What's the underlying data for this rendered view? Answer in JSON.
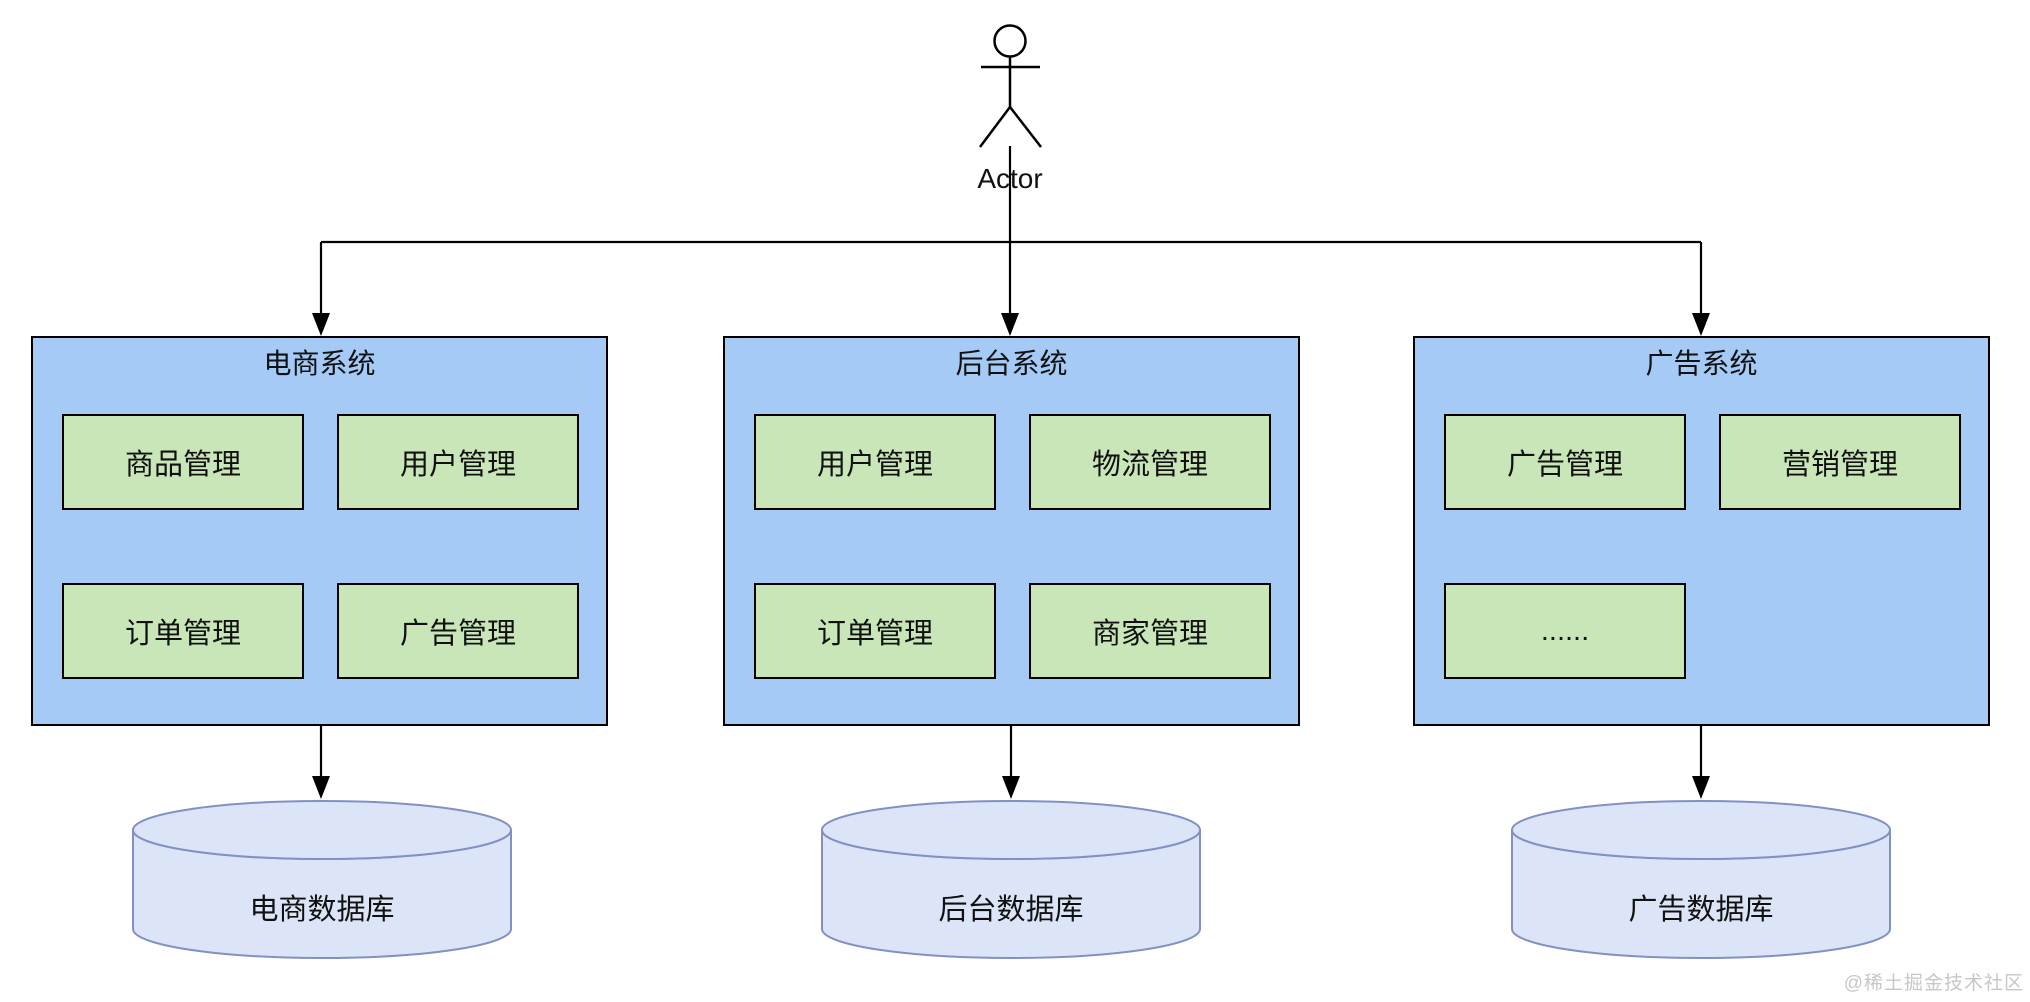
{
  "colors": {
    "system_fill": "#A4CAF5",
    "module_fill": "#C9E6B8",
    "database_fill": "#DBE5F7",
    "database_stroke": "#8290C4",
    "border": "#000000",
    "text": "#111111",
    "watermark": "#C7C7C7"
  },
  "actor": {
    "label": "Actor"
  },
  "systems": [
    {
      "title": "电商系统",
      "modules": [
        "商品管理",
        "用户管理",
        "订单管理",
        "广告管理"
      ],
      "database": "电商数据库"
    },
    {
      "title": "后台系统",
      "modules": [
        "用户管理",
        "物流管理",
        "订单管理",
        "商家管理"
      ],
      "database": "后台数据库"
    },
    {
      "title": "广告系统",
      "modules": [
        "广告管理",
        "营销管理",
        "......"
      ],
      "database": "广告数据库"
    }
  ],
  "watermark": "@稀土掘金技术社区"
}
